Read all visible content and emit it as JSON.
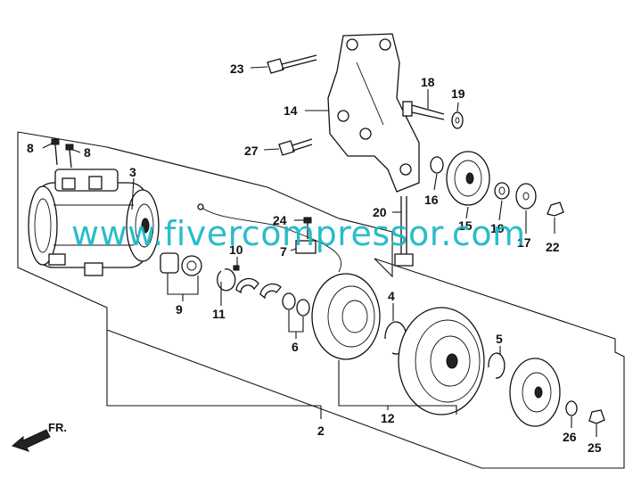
{
  "watermark": {
    "text": "www.fivercompressor.com",
    "color": "#19b7c7"
  },
  "direction_indicator": {
    "label": "FR.",
    "icon": "front-direction-arrow-icon"
  },
  "callouts": {
    "c2": "2",
    "c3": "3",
    "c4": "4",
    "c5": "5",
    "c6": "6",
    "c7": "7",
    "c8a": "8",
    "c8b": "8",
    "c9": "9",
    "c10": "10",
    "c11": "11",
    "c12": "12",
    "c14": "14",
    "c15": "15",
    "c16": "16",
    "c17": "17",
    "c18": "18",
    "c19a": "19",
    "c19b": "19",
    "c20": "20",
    "c22": "22",
    "c23": "23",
    "c24": "24",
    "c25": "25",
    "c26": "26",
    "c27": "27"
  }
}
